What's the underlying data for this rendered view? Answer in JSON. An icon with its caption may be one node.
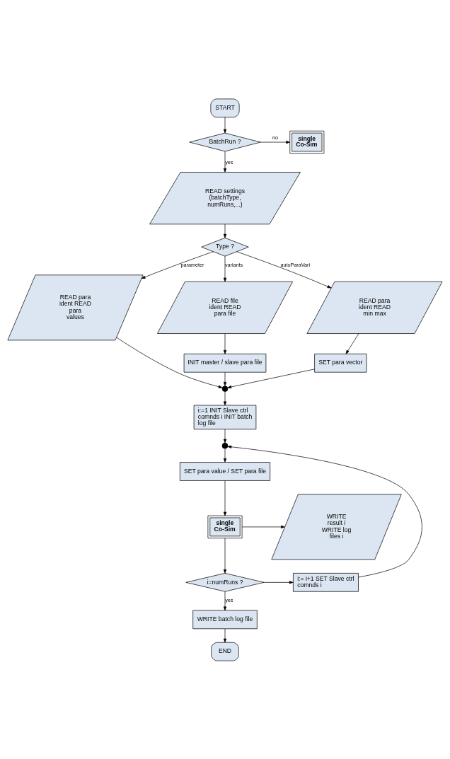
{
  "diagram": {
    "nodes": [
      {
        "text": [
          "START"
        ]
      },
      {
        "text": [
          "BatchRun ?"
        ]
      },
      {
        "text": [
          "single Co-Sim"
        ]
      },
      {
        "text": [
          "READ settings (batchType, numRuns,...)"
        ]
      },
      {
        "text": [
          "Type ?"
        ]
      },
      {
        "text": [
          "READ para ident READ para values"
        ]
      },
      {
        "text": [
          "READ file ident READ para file"
        ]
      },
      {
        "text": [
          "READ para ident READ min max"
        ]
      },
      {
        "text": [
          "INIT master / slave para file"
        ]
      },
      {
        "text": [
          "SET para vector"
        ]
      },
      {
        "text": [],
        "shape": "circle"
      },
      {
        "text": [
          "i:=1 INIT Slave ctrl comnds i INIT batch log file"
        ]
      },
      {
        "text": [],
        "shape": "circle"
      },
      {
        "text": [
          "SET para value / SET para file"
        ]
      },
      {
        "text": [
          "single Co-Sim"
        ]
      },
      {
        "text": [
          "WRITE result i WRITE log files i"
        ]
      },
      {
        "text": [
          "i=numRuns ?"
        ]
      },
      {
        "text": [
          "i:= i+1 SET Slave ctrl comnds i"
        ]
      },
      {
        "text": [
          "WRITE batch log file"
        ]
      },
      {
        "text": [
          "END"
        ]
      }
    ],
    "edges": [
      {
        "from": 0,
        "to": 1,
        "arrow": "to"
      },
      {
        "from": 1,
        "to": 2,
        "arrow": "to",
        "label": "no"
      },
      {
        "from": 1,
        "to": 3,
        "arrow": "to",
        "label": "yes"
      },
      {
        "from": 3,
        "to": 4,
        "arrow": "to"
      },
      {
        "from": 4,
        "to": 5,
        "arrow": "to",
        "label": "parameter"
      },
      {
        "from": 4,
        "to": 6,
        "arrow": "to",
        "label": "variants"
      },
      {
        "from": 4,
        "to": 7,
        "arrow": "to",
        "label": "autoParaVari"
      },
      {
        "from": 6,
        "to": 8,
        "arrow": "to"
      },
      {
        "from": 7,
        "to": 9,
        "arrow": "to"
      },
      {
        "from": 5,
        "to": 10,
        "arrow": "to"
      },
      {
        "from": 8,
        "to": 10,
        "arrow": "to"
      },
      {
        "from": 9,
        "to": 10,
        "arrow": "to"
      },
      {
        "from": 10,
        "to": 11,
        "arrow": "to"
      },
      {
        "from": 11,
        "to": 12,
        "arrow": "to"
      },
      {
        "from": 12,
        "to": 13,
        "arrow": "to"
      },
      {
        "from": 13,
        "to": 14,
        "arrow": "to"
      },
      {
        "from": 14,
        "to": 15,
        "arrow": "to"
      },
      {
        "from": 14,
        "to": 16,
        "arrow": "to"
      },
      {
        "from": 16,
        "to": 17,
        "arrow": "to"
      },
      {
        "from": 17,
        "to": 12,
        "arrow": "to"
      },
      {
        "from": 16,
        "to": 18,
        "arrow": "to",
        "label": "yes"
      },
      {
        "from": 18,
        "to": 19,
        "arrow": "to"
      }
    ]
  }
}
